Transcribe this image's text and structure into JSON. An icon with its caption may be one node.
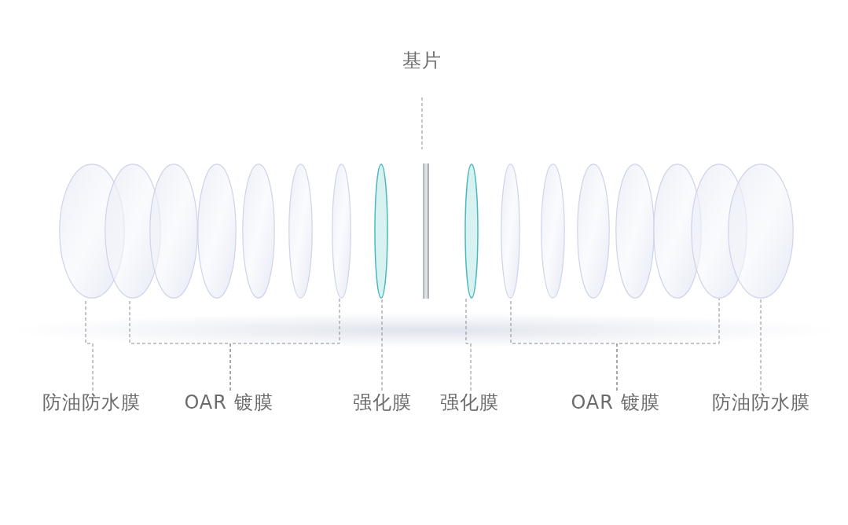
{
  "diagram": {
    "nodes": [
      {
        "text": [
          "基片"
        ]
      },
      {
        "text": [],
        "shape": "ellipse"
      },
      {
        "text": [],
        "shape": "ellipse"
      },
      {
        "text": [],
        "shape": "ellipse"
      },
      {
        "text": [],
        "shape": "ellipse"
      },
      {
        "text": [],
        "shape": "ellipse"
      },
      {
        "text": [],
        "shape": "ellipse"
      },
      {
        "text": [],
        "shape": "ellipse"
      },
      {
        "text": [],
        "shape": "ellipse"
      },
      {
        "text": [],
        "shape": "bar"
      },
      {
        "text": [],
        "shape": "ellipse"
      },
      {
        "text": [],
        "shape": "ellipse"
      },
      {
        "text": [],
        "shape": "ellipse"
      },
      {
        "text": [],
        "shape": "ellipse"
      },
      {
        "text": [],
        "shape": "ellipse"
      },
      {
        "text": [],
        "shape": "ellipse"
      },
      {
        "text": [],
        "shape": "ellipse"
      },
      {
        "text": [],
        "shape": "ellipse"
      },
      {
        "text": [
          "防油防水膜"
        ]
      },
      {
        "text": [
          "OAR 镀膜"
        ]
      },
      {
        "text": [
          "强化膜"
        ]
      },
      {
        "text": [
          "强化膜"
        ]
      },
      {
        "text": [
          "OAR 镀膜"
        ]
      },
      {
        "text": [
          "防油防水膜"
        ]
      }
    ],
    "edges": [
      {
        "from": 0,
        "to": 9,
        "arrow": "none",
        "style": "dashed"
      },
      {
        "from": 18,
        "to": 1,
        "arrow": "none",
        "style": "dashed"
      },
      {
        "from": 19,
        "to": 2,
        "arrow": "none",
        "style": "dashed"
      },
      {
        "from": 19,
        "to": 7,
        "arrow": "none",
        "style": "dashed"
      },
      {
        "from": 20,
        "to": 8,
        "arrow": "none",
        "style": "dashed"
      },
      {
        "from": 21,
        "to": 10,
        "arrow": "none",
        "style": "dashed"
      },
      {
        "from": 22,
        "to": 11,
        "arrow": "none",
        "style": "dashed"
      },
      {
        "from": 22,
        "to": 16,
        "arrow": "none",
        "style": "dashed"
      },
      {
        "from": 23,
        "to": 17,
        "arrow": "none",
        "style": "dashed"
      }
    ]
  }
}
